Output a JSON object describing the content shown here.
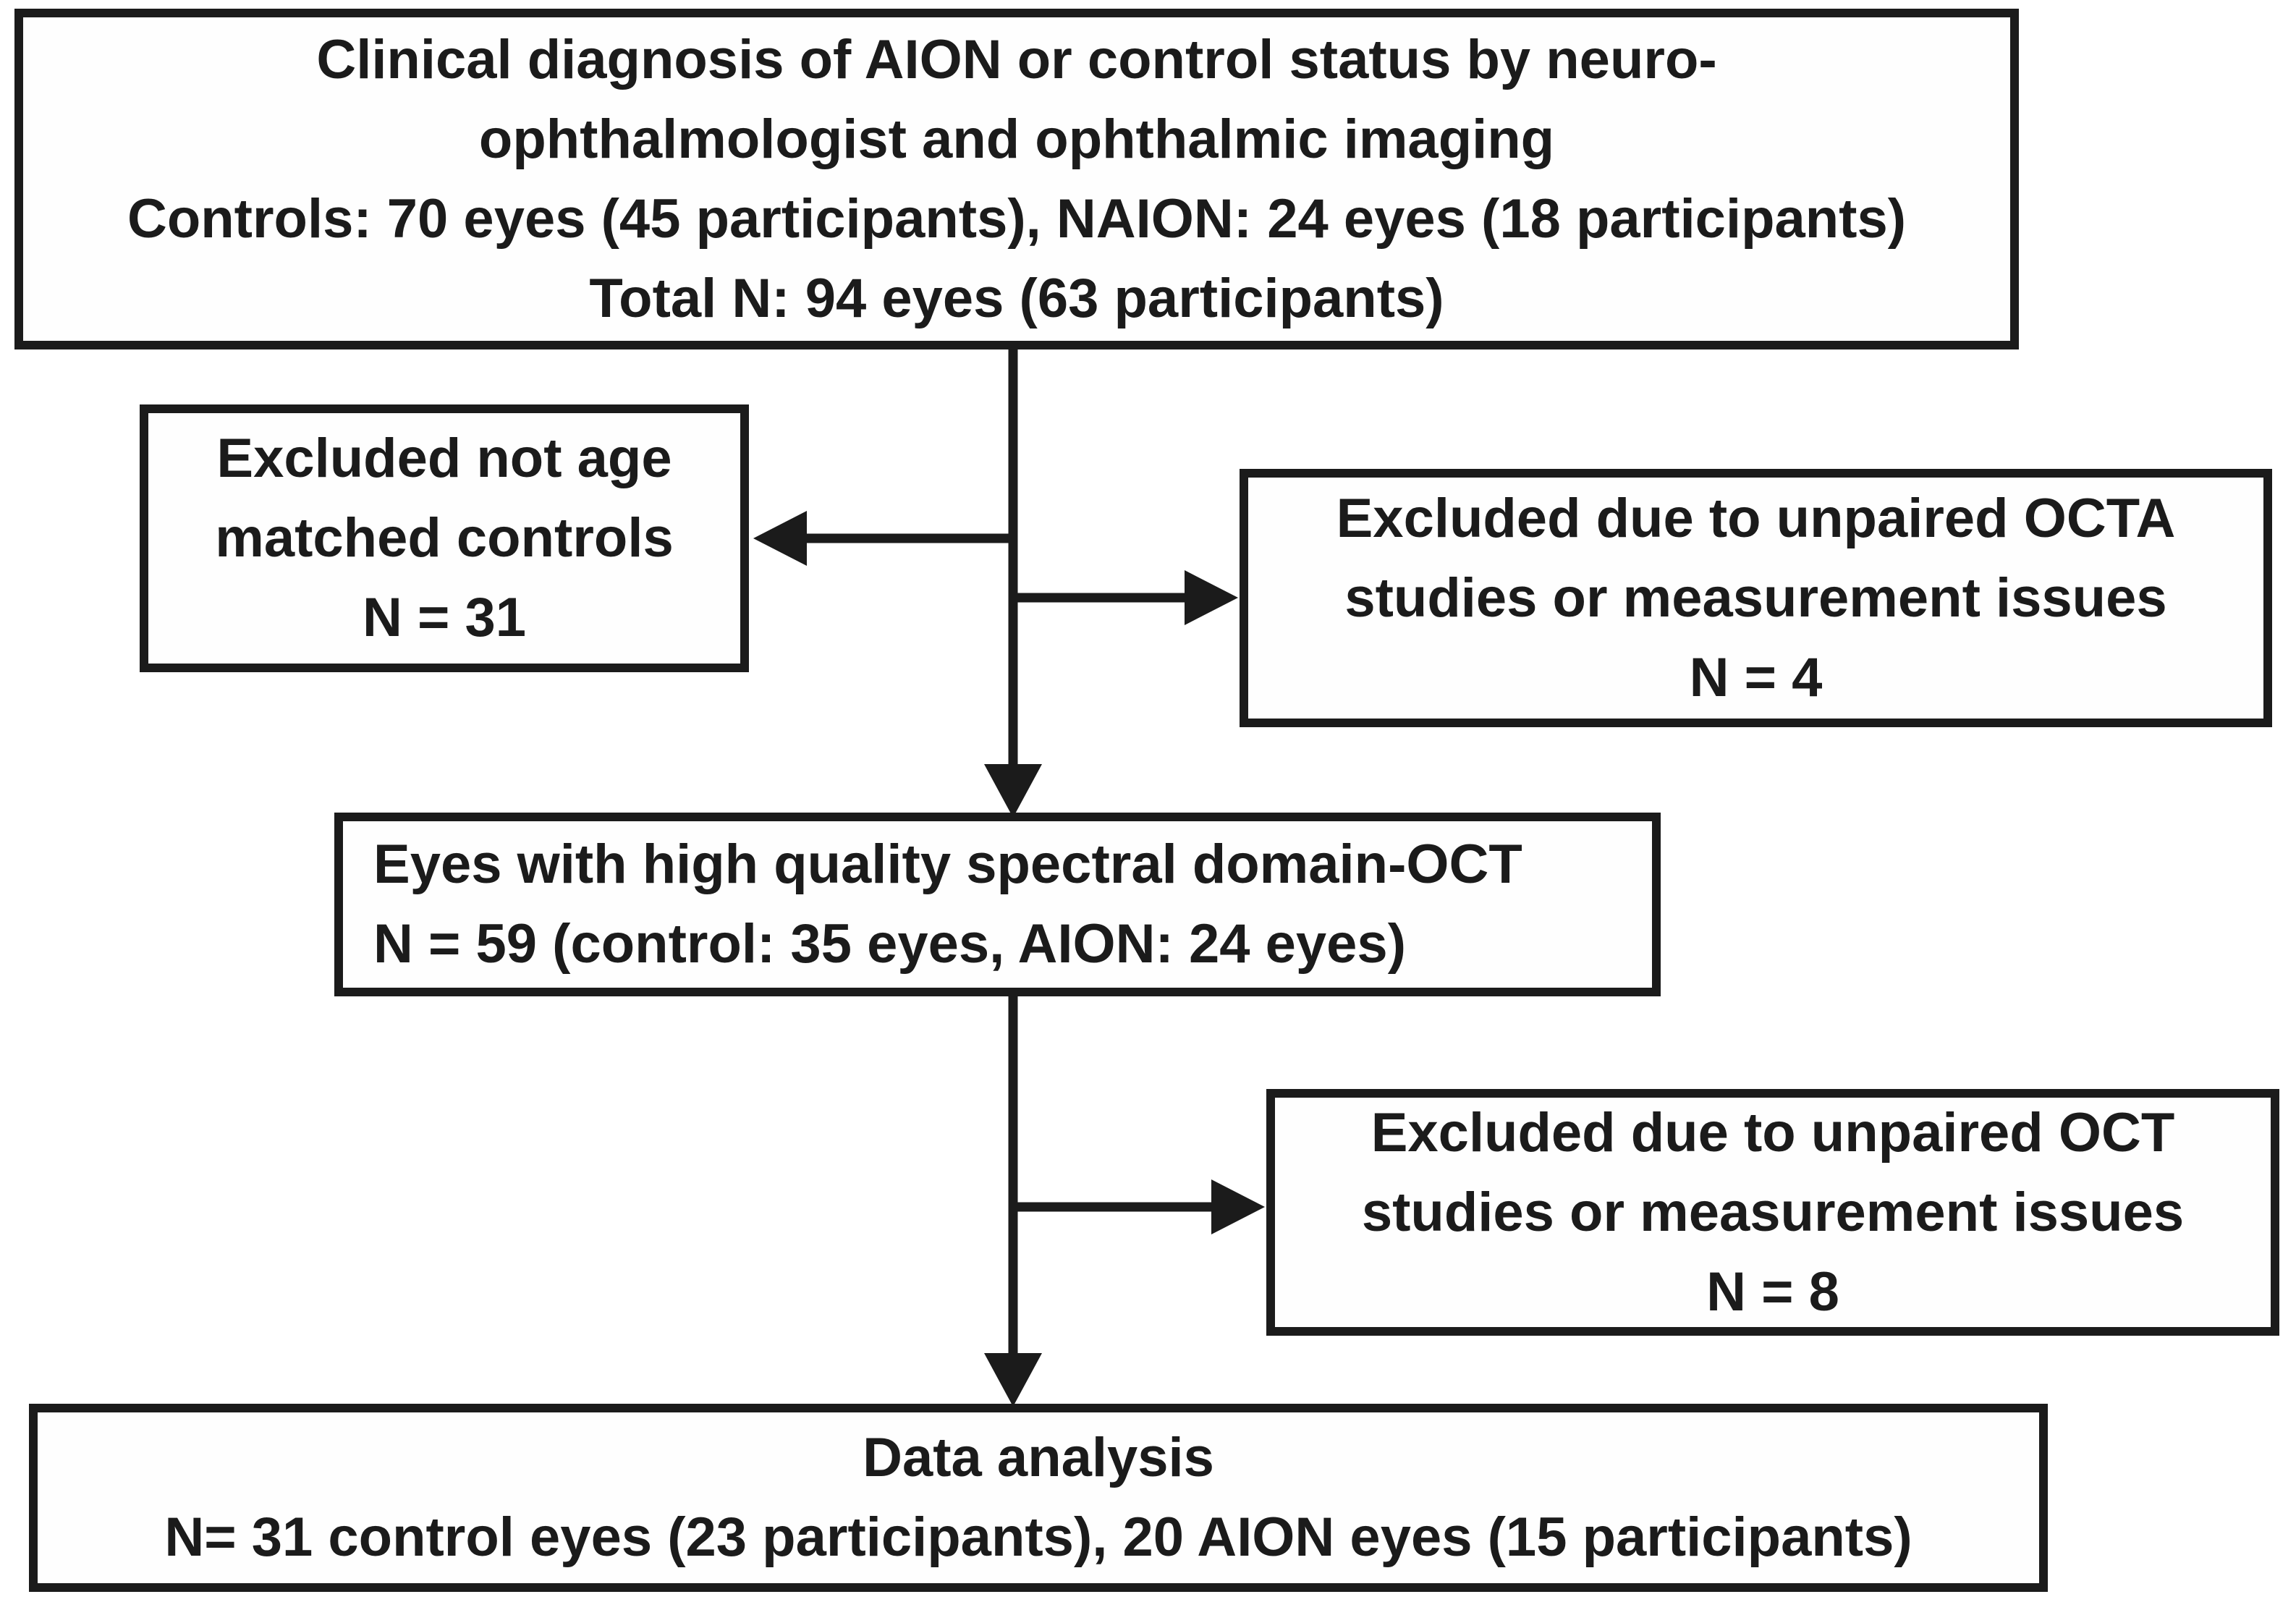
{
  "figure": {
    "type": "participant-flow-diagram",
    "colors": {
      "ink": "#1b1b1b",
      "paper": "#ffffff"
    },
    "boxes": {
      "enrollment": {
        "lines": [
          "Clinical diagnosis of AION or control status by neuro-",
          "ophthalmologist and ophthalmic imaging",
          "Controls: 70 eyes (45 participants), NAION: 24 eyes (18 participants)",
          "Total N: 94 eyes (63 participants)"
        ]
      },
      "excluded_age": {
        "lines": [
          "Excluded not age",
          "matched controls",
          "N = 31"
        ]
      },
      "excluded_octa": {
        "lines": [
          "Excluded due to unpaired OCTA",
          "studies or measurement issues",
          "N = 4"
        ]
      },
      "sd_oct": {
        "lines": [
          "Eyes with high quality spectral domain-OCT",
          "N = 59 (control: 35 eyes, AION: 24 eyes)"
        ]
      },
      "excluded_oct": {
        "lines": [
          "Excluded due to unpaired OCT",
          "studies or measurement issues",
          "N = 8"
        ]
      },
      "analysis": {
        "lines": [
          "Data analysis",
          "N= 31 control eyes (23 participants), 20 AION eyes (15 participants)"
        ]
      }
    }
  }
}
